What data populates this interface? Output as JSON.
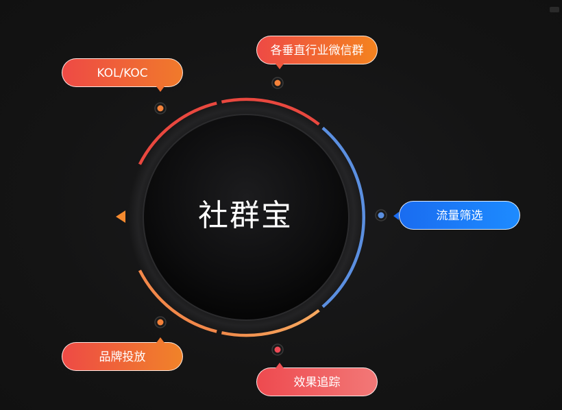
{
  "center": {
    "title": "社群宝"
  },
  "nodes": [
    {
      "id": "kol",
      "label": "KOL/KOC",
      "dot_color": "#f5823a"
    },
    {
      "id": "wechat",
      "label": "各垂直行业微信群",
      "dot_color": "#f5823a"
    },
    {
      "id": "flow",
      "label": "流量筛选",
      "dot_color": "#5b8fe0"
    },
    {
      "id": "track",
      "label": "效果追踪",
      "dot_color": "#ef4a55"
    },
    {
      "id": "brand",
      "label": "品牌投放",
      "dot_color": "#f5823a"
    }
  ],
  "colors": {
    "background": "#131313",
    "ring_red": "#e9483f",
    "ring_blue": "#5b8fe0",
    "ring_orange": "#f59a5a",
    "accent_orange": "#f58a2f"
  }
}
